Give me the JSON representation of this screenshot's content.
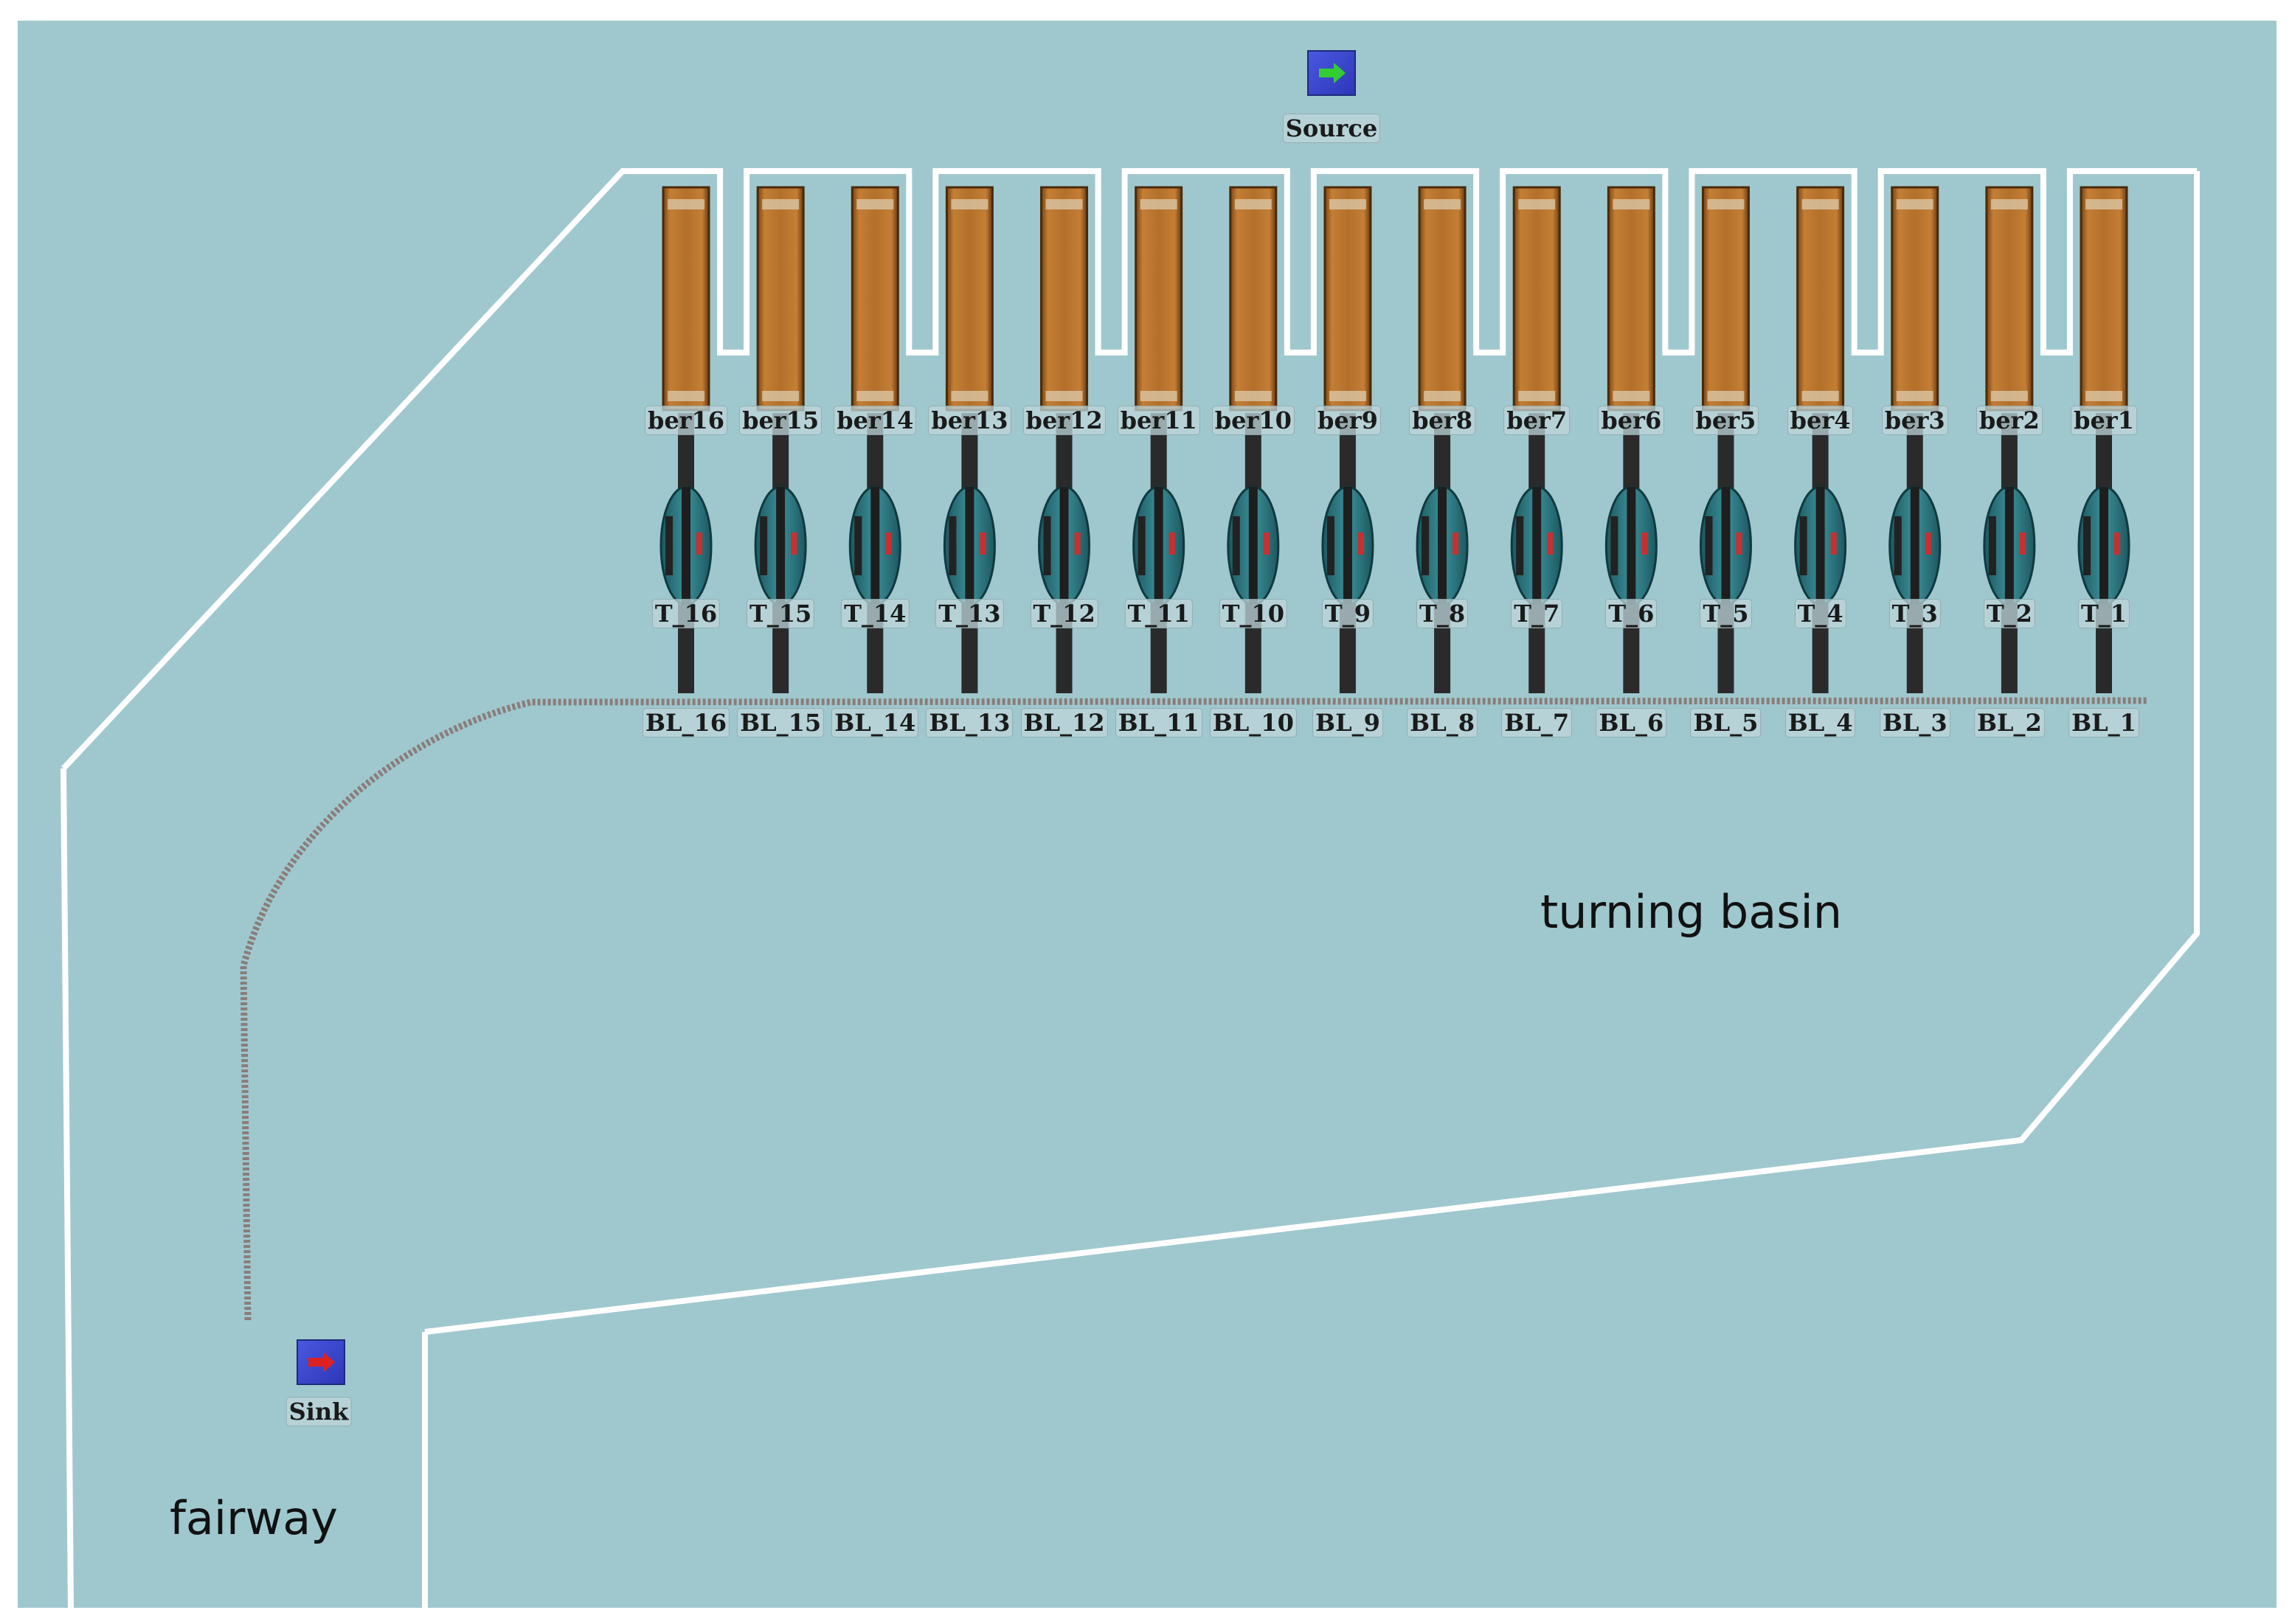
{
  "model": {
    "source_label": "Source",
    "sink_label": "Sink",
    "areas": {
      "turning_basin": "turning basin",
      "fairway": "fairway"
    },
    "berths": [
      {
        "berth": "ber16",
        "crane": "T_16",
        "line": "BL_16"
      },
      {
        "berth": "ber15",
        "crane": "T_15",
        "line": "BL_15"
      },
      {
        "berth": "ber14",
        "crane": "T_14",
        "line": "BL_14"
      },
      {
        "berth": "ber13",
        "crane": "T_13",
        "line": "BL_13"
      },
      {
        "berth": "ber12",
        "crane": "T_12",
        "line": "BL_12"
      },
      {
        "berth": "ber11",
        "crane": "T_11",
        "line": "BL_11"
      },
      {
        "berth": "ber10",
        "crane": "T_10",
        "line": "BL_10"
      },
      {
        "berth": "ber9",
        "crane": "T_9",
        "line": "BL_9"
      },
      {
        "berth": "ber8",
        "crane": "T_8",
        "line": "BL_8"
      },
      {
        "berth": "ber7",
        "crane": "T_7",
        "line": "BL_7"
      },
      {
        "berth": "ber6",
        "crane": "T_6",
        "line": "BL_6"
      },
      {
        "berth": "ber5",
        "crane": "T_5",
        "line": "BL_5"
      },
      {
        "berth": "ber4",
        "crane": "T_4",
        "line": "BL_4"
      },
      {
        "berth": "ber3",
        "crane": "T_3",
        "line": "BL_3"
      },
      {
        "berth": "ber2",
        "crane": "T_2",
        "line": "BL_2"
      },
      {
        "berth": "ber1",
        "crane": "T_1",
        "line": "BL_1"
      }
    ],
    "colors": {
      "water": "#9fc8ce",
      "boundary": "#ffffff",
      "vessel": "#b3702b",
      "crane": "#2f7d85",
      "source_arrow": "#33cc33",
      "sink_arrow": "#dd2222",
      "node_fill": "#3a46c8"
    }
  }
}
